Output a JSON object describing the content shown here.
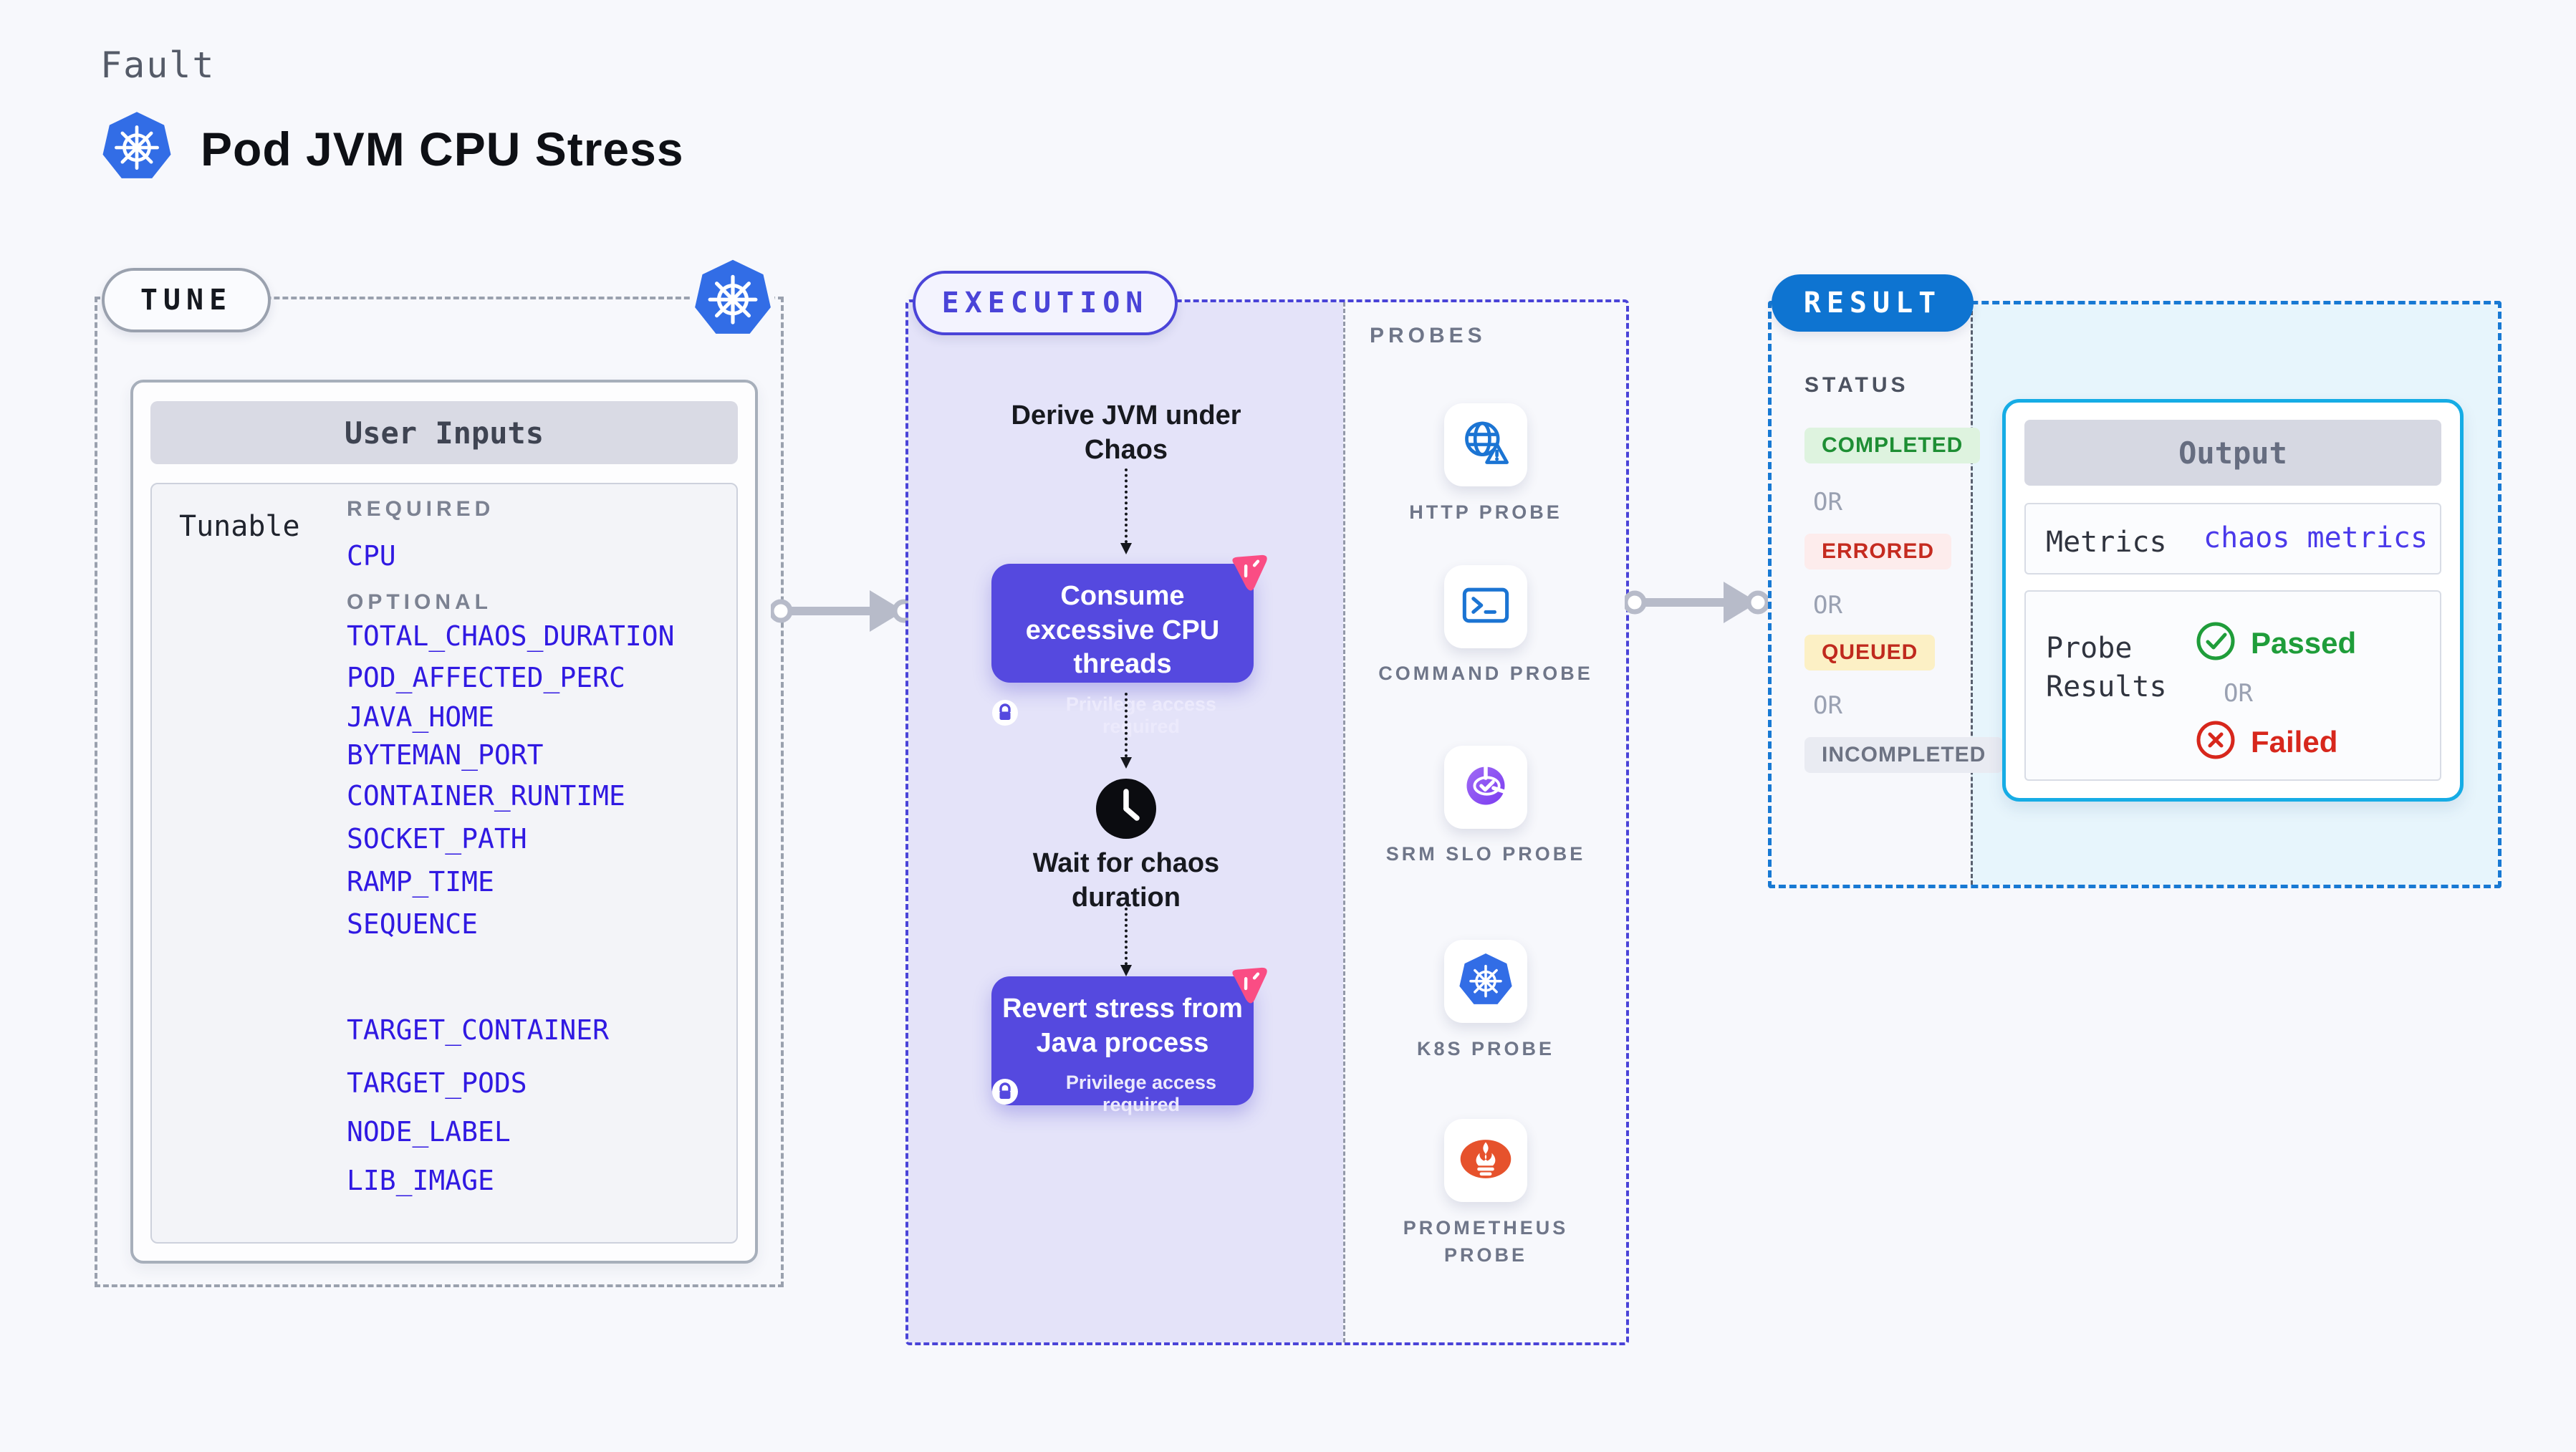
{
  "header": {
    "eyebrow": "Fault",
    "title": "Pod JVM CPU Stress"
  },
  "tune": {
    "pill": "TUNE",
    "user_inputs_title": "User Inputs",
    "tunable_label": "Tunable",
    "required_label": "REQUIRED",
    "required_items": [
      "CPU"
    ],
    "optional_label": "OPTIONAL",
    "optional_items": [
      "TOTAL_CHAOS_DURATION",
      "POD_AFFECTED_PERC",
      "JAVA_HOME",
      "BYTEMAN_PORT",
      "CONTAINER_RUNTIME",
      "SOCKET_PATH",
      "RAMP_TIME",
      "SEQUENCE",
      "TARGET_CONTAINER",
      "TARGET_PODS",
      "NODE_LABEL",
      "LIB_IMAGE"
    ]
  },
  "execution": {
    "pill": "EXECUTION",
    "steps": {
      "derive": "Derive JVM under Chaos",
      "consume": "Consume excessive CPU threads",
      "privilege": "Privilege access required",
      "wait": "Wait for chaos duration",
      "revert": "Revert stress from Java process"
    },
    "probes_label": "PROBES",
    "probes": [
      {
        "label": "HTTP PROBE",
        "icon": "globe-alert-icon"
      },
      {
        "label": "COMMAND PROBE",
        "icon": "terminal-icon"
      },
      {
        "label": "SRM SLO PROBE",
        "icon": "slo-donut-icon"
      },
      {
        "label": "K8S PROBE",
        "icon": "kubernetes-icon"
      },
      {
        "label": "PROMETHEUS PROBE",
        "icon": "prometheus-icon"
      }
    ]
  },
  "result": {
    "pill": "RESULT",
    "status_label": "STATUS",
    "or_label": "OR",
    "statuses": [
      {
        "label": "COMPLETED",
        "fg": "#1e8e34",
        "bg": "#def3df"
      },
      {
        "label": "ERRORED",
        "fg": "#c52b20",
        "bg": "#fdecec"
      },
      {
        "label": "QUEUED",
        "fg": "#c02a1e",
        "bg": "#fcf0c5"
      },
      {
        "label": "INCOMPLETED",
        "fg": "#6d7383",
        "bg": "#e9ebf2"
      }
    ],
    "output": {
      "title": "Output",
      "metrics_label": "Metrics",
      "metrics_value": "chaos metrics",
      "probe_results_label": "Probe Results",
      "passed": "Passed",
      "failed": "Failed"
    }
  },
  "colors": {
    "page_bg": "#f7f8fc",
    "execution_fill": "#e4e3f9",
    "execution_accent": "#4a44d8",
    "step_box": "#5549df",
    "pink_marker": "#fa4d84",
    "result_accent": "#1879d3",
    "result_fill": "#e7f5fc",
    "output_border": "#16ace5",
    "param_blue": "#3019e2",
    "kubernetes_blue": "#326de6",
    "prometheus_orange": "#e6522c",
    "arrow_gray": "#b7bbc9"
  }
}
